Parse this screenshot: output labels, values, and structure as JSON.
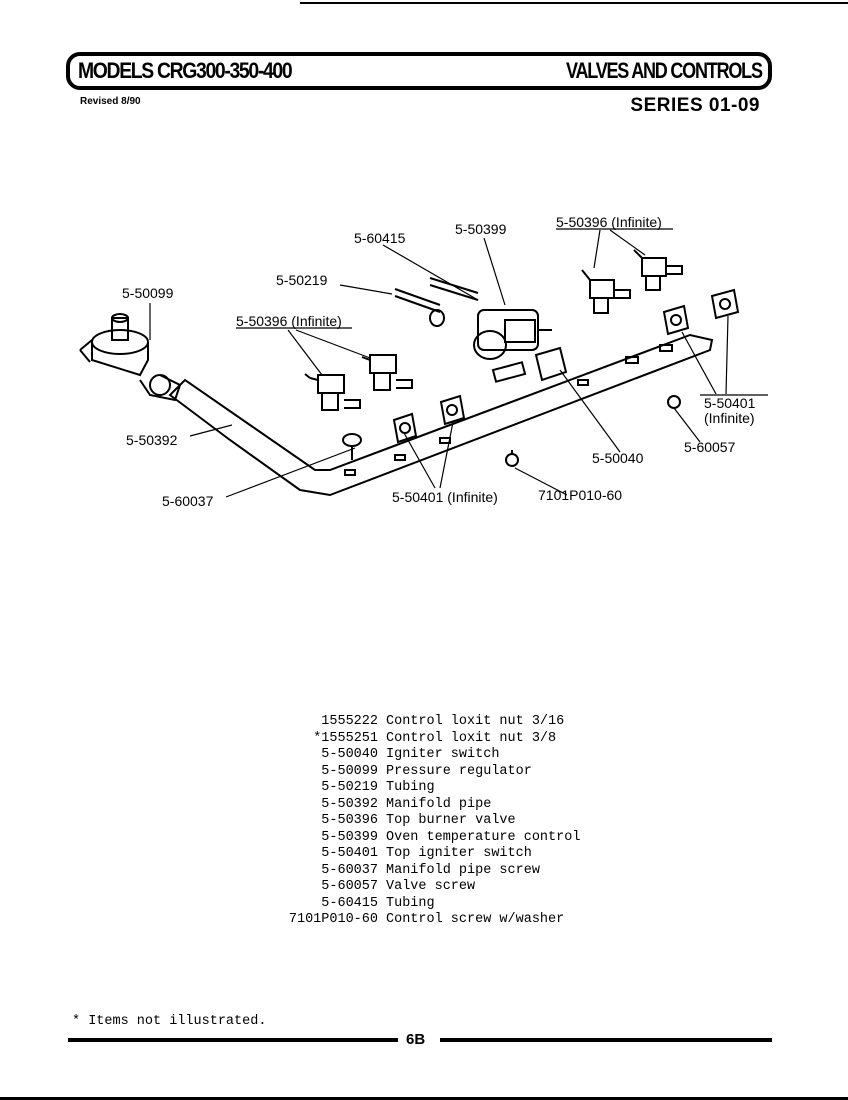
{
  "header": {
    "models_title": "MODELS CRG300-350-400",
    "section_title": "VALVES AND CONTROLS",
    "revised": "Revised 8/90",
    "series": "SERIES 01-09"
  },
  "diagram": {
    "callouts": {
      "c_60415": "5-60415",
      "c_50399": "5-50399",
      "c_50396_top": "5-50396 (Infinite)",
      "c_50219": "5-50219",
      "c_50099": "5-50099",
      "c_50396_left": "5-50396 (Infinite)",
      "c_50392": "5-50392",
      "c_60037": "5-60037",
      "c_50401_bottom": "5-50401 (Infinite)",
      "c_7101": "7101P010-60",
      "c_50040": "5-50040",
      "c_60057": "5-60057",
      "c_50401_right_a": "5-50401",
      "c_50401_right_b": "(Infinite)"
    }
  },
  "parts_list": [
    {
      "number": "1555222",
      "description": "Control loxit nut 3/16"
    },
    {
      "number": "*1555251",
      "description": "Control loxit nut 3/8"
    },
    {
      "number": "5-50040",
      "description": "Igniter switch"
    },
    {
      "number": "5-50099",
      "description": "Pressure regulator"
    },
    {
      "number": "5-50219",
      "description": "Tubing"
    },
    {
      "number": "5-50392",
      "description": "Manifold pipe"
    },
    {
      "number": "5-50396",
      "description": "Top burner valve"
    },
    {
      "number": "5-50399",
      "description": "Oven temperature control"
    },
    {
      "number": "5-50401",
      "description": "Top igniter switch"
    },
    {
      "number": "5-60037",
      "description": "Manifold pipe screw"
    },
    {
      "number": "5-60057",
      "description": "Valve screw"
    },
    {
      "number": "5-60415",
      "description": "Tubing"
    },
    {
      "number": "7101P010-60",
      "description": "Control screw w/washer"
    }
  ],
  "footnote": "* Items not illustrated.",
  "page_number": "6B"
}
